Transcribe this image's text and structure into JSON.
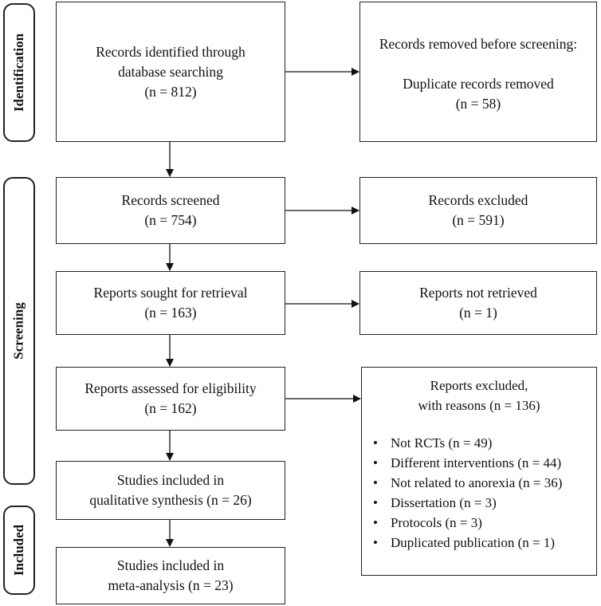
{
  "phases": {
    "identification": "Identification",
    "screening": "Screening",
    "included": "Included"
  },
  "identified": {
    "line1": "Records identified through",
    "line2": "database searching",
    "count": "(n = 812)"
  },
  "removed": {
    "line1": "Records removed before screening:",
    "line2": "Duplicate records removed",
    "count": "(n = 58)"
  },
  "screened": {
    "line1": "Records screened",
    "count": "(n = 754)"
  },
  "excluded": {
    "line1": "Records excluded",
    "count": "(n = 591)"
  },
  "sought": {
    "line1": "Reports sought for retrieval",
    "count": "(n = 163)"
  },
  "not_retrieved": {
    "line1": "Reports not retrieved",
    "count": "(n = 1)"
  },
  "assessed": {
    "line1": "Reports assessed for eligibility",
    "count": "(n = 162)"
  },
  "reports_excluded": {
    "line1": "Reports excluded,",
    "line2": "with reasons (n = 136)",
    "reasons": [
      "Not RCTs (n = 49)",
      "Different interventions (n = 44)",
      "Not related to anorexia (n = 36)",
      "Dissertation (n = 3)",
      "Protocols (n = 3)",
      "Duplicated publication (n = 1)"
    ]
  },
  "qualitative": {
    "line1": "Studies included in",
    "line2": "qualitative synthesis (n = 26)"
  },
  "meta": {
    "line1": "Studies included in",
    "line2": "meta-analysis (n = 23)"
  }
}
